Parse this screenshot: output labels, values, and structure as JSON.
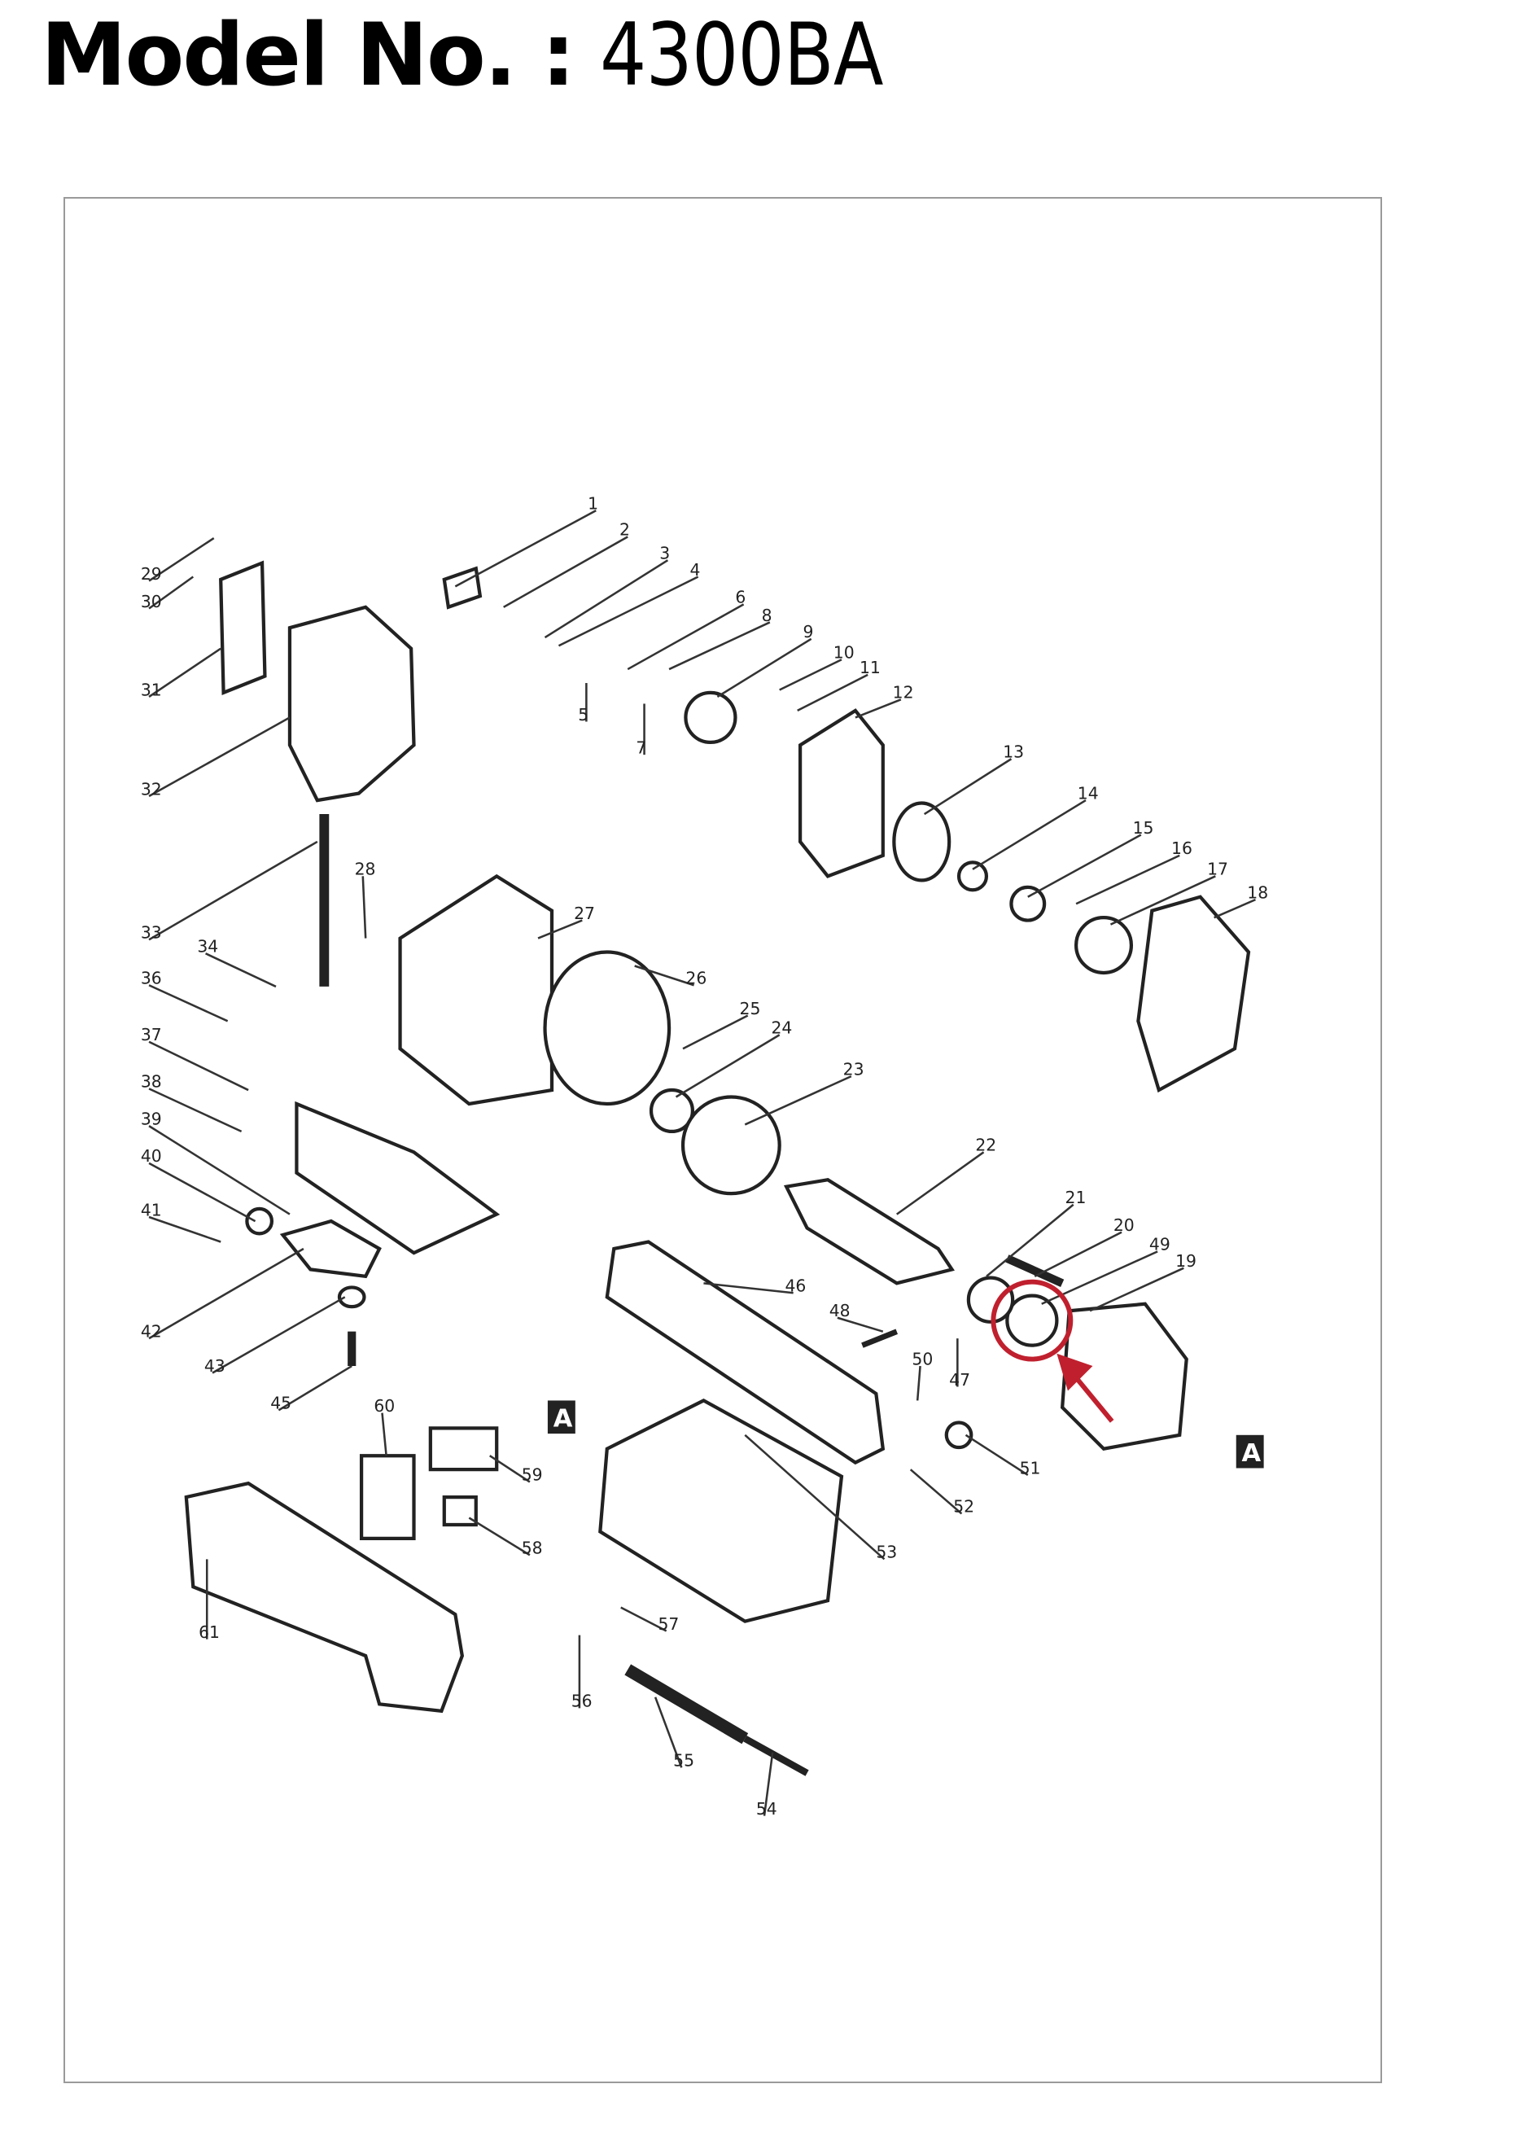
{
  "header": {
    "label": "Model No.",
    "separator": ":",
    "model": "4300BA"
  },
  "diagram": {
    "parts": [
      "1",
      "2",
      "3",
      "4",
      "5",
      "6",
      "7",
      "8",
      "9",
      "10",
      "11",
      "12",
      "13",
      "14",
      "15",
      "16",
      "17",
      "18",
      "19",
      "20",
      "21",
      "22",
      "23",
      "24",
      "25",
      "26",
      "27",
      "28",
      "29",
      "30",
      "31",
      "32",
      "33",
      "34",
      "36",
      "37",
      "38",
      "39",
      "40",
      "41",
      "42",
      "43",
      "45",
      "46",
      "47",
      "48",
      "49",
      "50",
      "51",
      "52",
      "53",
      "54",
      "55",
      "56",
      "57",
      "58",
      "59",
      "60",
      "61"
    ],
    "section_markers": [
      "A",
      "A"
    ],
    "highlighted_part": "49",
    "highlight_color": "#c0202e"
  }
}
